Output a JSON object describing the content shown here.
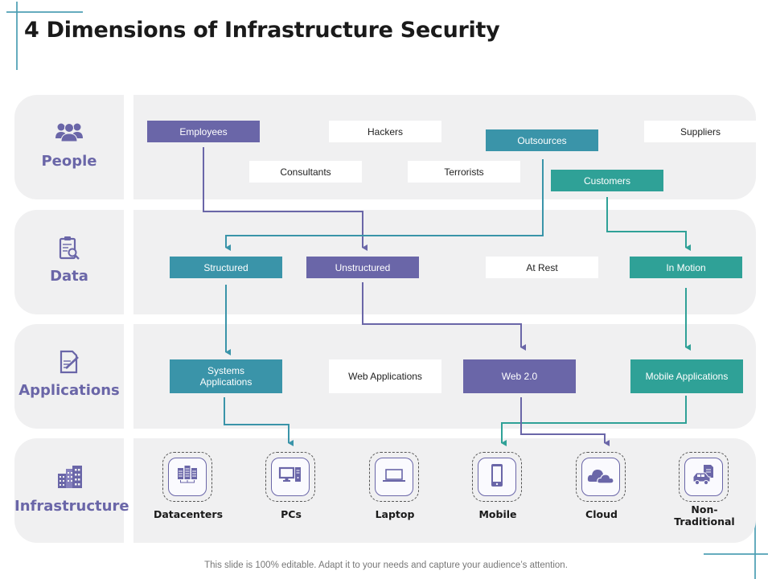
{
  "title": "4 Dimensions of Infrastructure Security",
  "colors": {
    "purple": "#6a66a8",
    "teal": "#3a94a9",
    "green": "#2fa197",
    "panel": "#f0f0f1",
    "label_text": "#6a66a8"
  },
  "rows": [
    {
      "label": "People",
      "icon": "people-group-icon"
    },
    {
      "label": "Data",
      "icon": "clipboard-search-icon"
    },
    {
      "label": "Applications",
      "icon": "document-edit-icon"
    },
    {
      "label": "Infrastructure",
      "icon": "buildings-icon"
    }
  ],
  "people": {
    "employees": "Employees",
    "hackers": "Hackers",
    "outsources": "Outsources",
    "suppliers": "Suppliers",
    "consultants": "Consultants",
    "terrorists": "Terrorists",
    "customers": "Customers"
  },
  "data": {
    "structured": "Structured",
    "unstructured": "Unstructured",
    "at_rest": "At Rest",
    "in_motion": "In Motion"
  },
  "applications": {
    "systems_line1": "Systems",
    "systems_line2": "Applications",
    "web_applications": "Web Applications",
    "web20": "Web 2.0",
    "mobile_applications": "Mobile Applications"
  },
  "infrastructure": [
    {
      "label": "Datacenters",
      "icon": "server-rack-icon"
    },
    {
      "label": "PCs",
      "icon": "desktop-pc-icon"
    },
    {
      "label": "Laptop",
      "icon": "laptop-icon"
    },
    {
      "label": "Mobile",
      "icon": "mobile-phone-icon"
    },
    {
      "label": "Cloud",
      "icon": "cloud-icon"
    },
    {
      "label_line1": "Non-",
      "label_line2": "Traditional",
      "icon": "car-document-icon"
    }
  ],
  "connections": [
    {
      "from": "Employees",
      "to": "Unstructured",
      "color": "purple"
    },
    {
      "from": "Outsources",
      "to": "Structured",
      "color": "teal"
    },
    {
      "from": "Customers",
      "to": "In Motion",
      "color": "green"
    },
    {
      "from": "Structured",
      "to": "Systems Applications",
      "color": "teal"
    },
    {
      "from": "Unstructured",
      "to": "Web 2.0",
      "color": "purple"
    },
    {
      "from": "In Motion",
      "to": "Mobile Applications",
      "color": "green"
    },
    {
      "from": "Systems Applications",
      "to": "PCs",
      "color": "teal"
    },
    {
      "from": "Mobile Applications",
      "to": "Mobile",
      "color": "green"
    },
    {
      "from": "Web 2.0",
      "to": "Cloud",
      "color": "purple"
    }
  ],
  "footer": "This slide is 100% editable. Adapt it to your needs and capture your audience’s attention."
}
